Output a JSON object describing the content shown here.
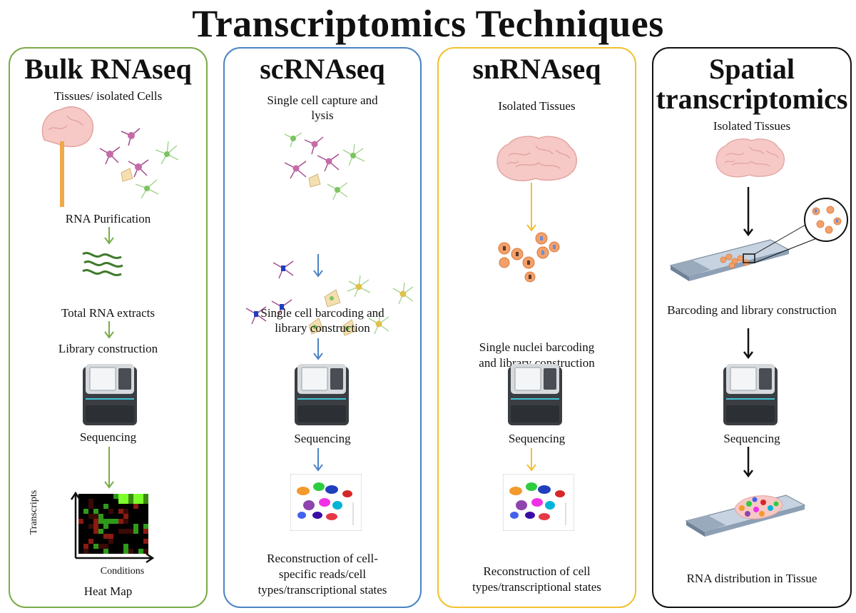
{
  "title": "Transcriptomics Techniques",
  "colors": {
    "bulk": "#7aab48",
    "sc": "#4c84c4",
    "sn": "#f2c12e",
    "spatial": "#111111"
  },
  "panels": {
    "bulk": {
      "title": "Bulk RNAseq",
      "input": "Tissues/ isolated Cells",
      "step1": "RNA Purification",
      "step2": "Total RNA extracts",
      "step3": "Library construction",
      "step4": "Sequencing",
      "y_axis": "Transcripts",
      "x_axis": "Conditions",
      "output": "Heat Map"
    },
    "sc": {
      "title": "scRNAseq",
      "input_line1": "Single cell capture and",
      "input_line2": "lysis",
      "step1_line1": "Single cell barcoding and",
      "step1_line2": "library construction",
      "step2": "Sequencing",
      "output_line1": "Reconstruction of cell-",
      "output_line2": "specific reads/cell",
      "output_line3": "types/transcriptional states"
    },
    "sn": {
      "title": "snRNAseq",
      "input": "Isolated Tissues",
      "step1_line1": "Single nuclei barcoding",
      "step1_line2": "and library construction",
      "step2": "Sequencing",
      "output_line1": "Reconstruction of cell",
      "output_line2": "types/transcriptional states"
    },
    "spatial": {
      "title_line1": "Spatial",
      "title_line2": "transcriptomics",
      "input": "Isolated Tissues",
      "step1": "Barcoding and library construction",
      "step2": "Sequencing",
      "output": "RNA distribution in Tissue"
    }
  }
}
